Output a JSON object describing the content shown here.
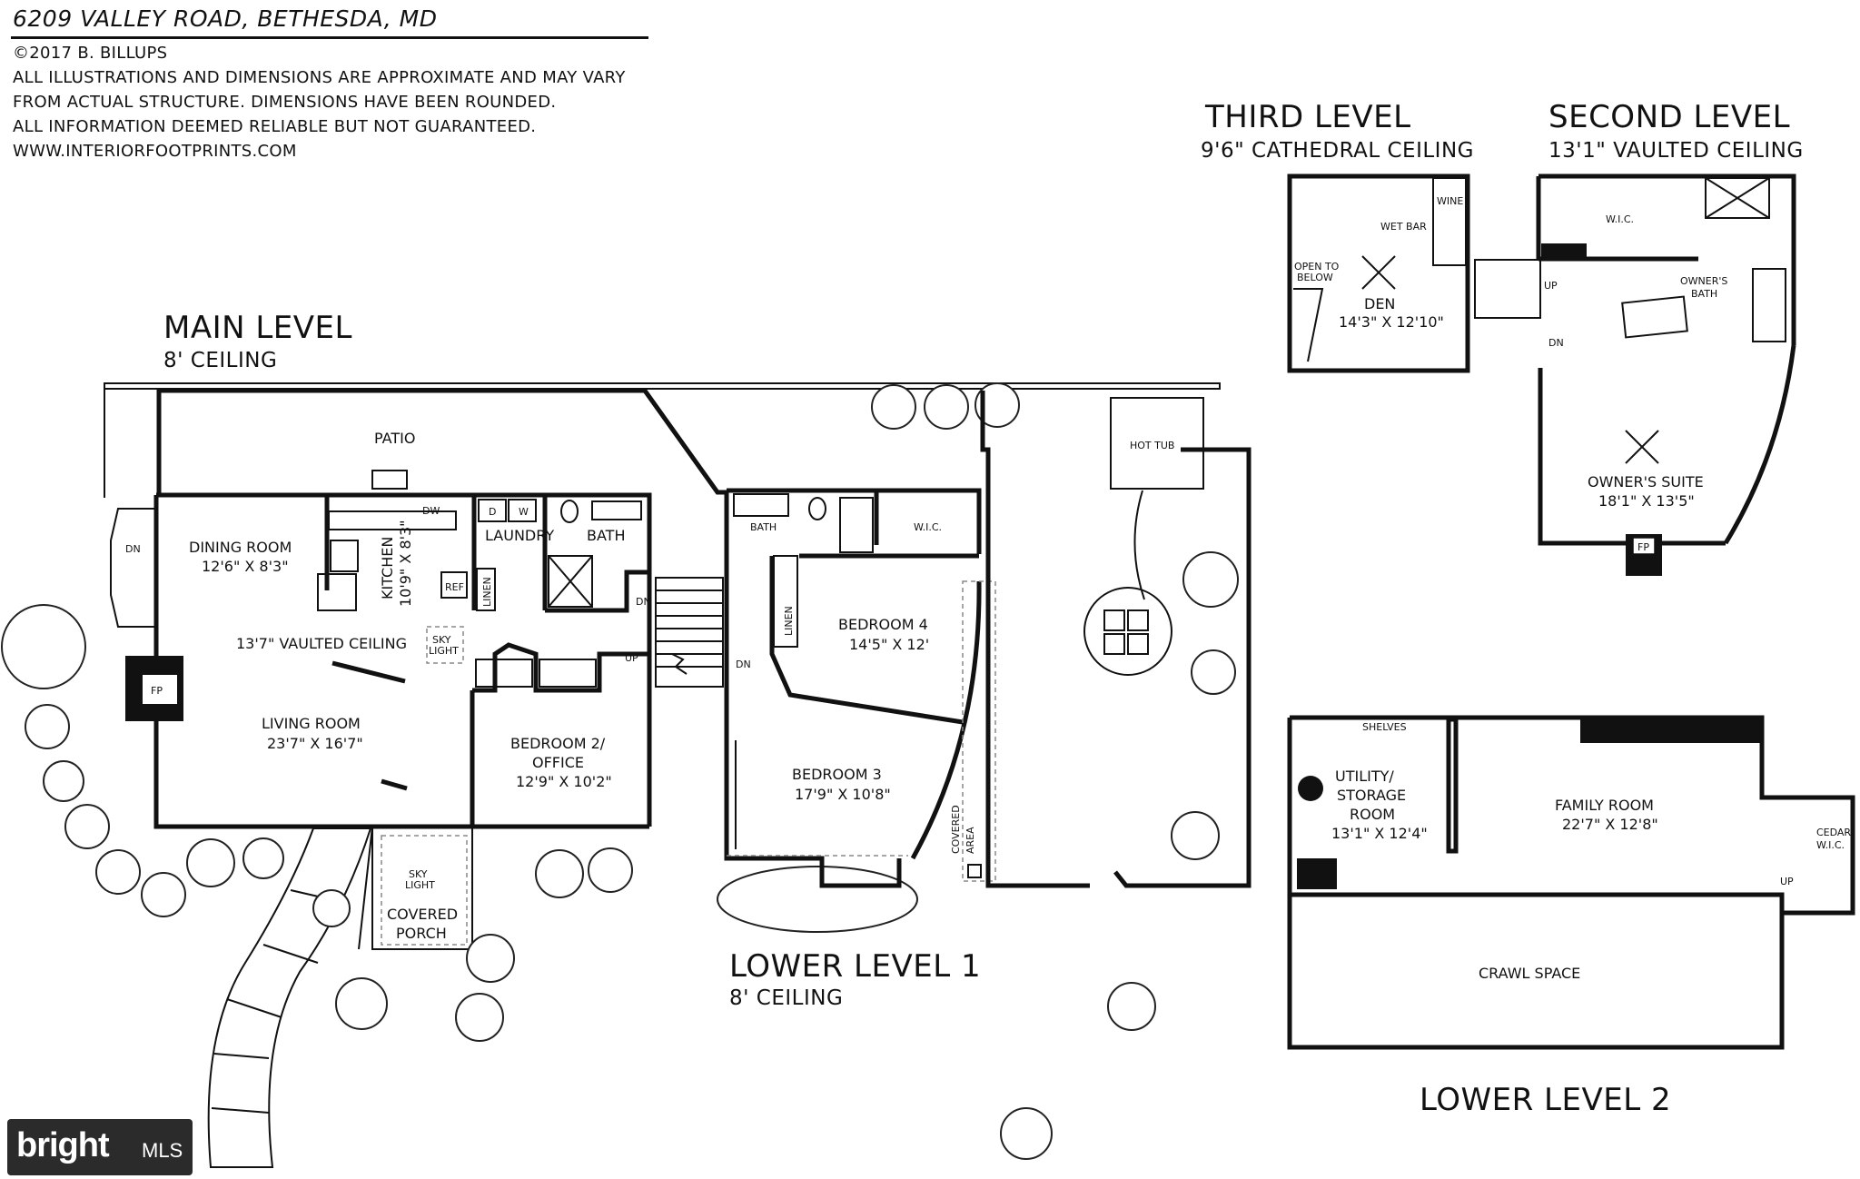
{
  "header": {
    "title": "6209 VALLEY ROAD, BETHESDA, MD",
    "lines": [
      "©2017 B. BILLUPS",
      "ALL ILLUSTRATIONS AND DIMENSIONS ARE APPROXIMATE AND MAY VARY",
      "FROM ACTUAL STRUCTURE. DIMENSIONS HAVE BEEN ROUNDED.",
      "ALL INFORMATION DEEMED RELIABLE BUT NOT GUARANTEED.",
      "WWW.INTERIORFOOTPRINTS.COM"
    ]
  },
  "levels": {
    "main": {
      "name": "MAIN LEVEL",
      "ceiling": "8' CEILING"
    },
    "lower1": {
      "name": "LOWER LEVEL 1",
      "ceiling": "8' CEILING"
    },
    "third": {
      "name": "THIRD LEVEL",
      "ceiling": "9'6\" CATHEDRAL CEILING"
    },
    "second": {
      "name": "SECOND LEVEL",
      "ceiling": "13'1\" VAULTED CEILING"
    },
    "lower2": {
      "name": "LOWER LEVEL 2"
    }
  },
  "main_rooms": {
    "patio": "PATIO",
    "dining": {
      "name": "DINING ROOM",
      "dim": "12'6\" X 8'3\""
    },
    "kitchen": {
      "name": "KITCHEN",
      "dim": "10'9\" X 8'3\""
    },
    "laundry": "LAUNDRY",
    "bath": "BATH",
    "vaulted": "13'7\" VAULTED CEILING",
    "skylight": [
      "SKY",
      "LIGHT"
    ],
    "fp": "FP",
    "living": {
      "name": "LIVING ROOM",
      "dim": "23'7\" X 16'7\""
    },
    "bedroom2": {
      "name1": "BEDROOM 2/",
      "name2": "OFFICE",
      "dim": "12'9\" X 10'2\""
    },
    "porch": {
      "name1": "COVERED",
      "name2": "PORCH"
    },
    "porch_skylight": [
      "SKY",
      "LIGHT"
    ],
    "dn": "DN",
    "up": "UP",
    "dw": "DW",
    "ref": "REF",
    "linen": "LINEN",
    "d": "D",
    "w": "W"
  },
  "lower1_rooms": {
    "bath": "BATH",
    "wic": "W.I.C.",
    "linen": "LINEN",
    "bedroom4": {
      "name": "BEDROOM 4",
      "dim": "14'5\" X 12'"
    },
    "bedroom3": {
      "name": "BEDROOM 3",
      "dim": "17'9\" X 10'8\""
    },
    "covered_area": [
      "COVERED",
      "AREA"
    ],
    "hot_tub": "HOT TUB",
    "dn": "DN"
  },
  "third_rooms": {
    "wet_bar": "WET BAR",
    "wine": "WINE",
    "open_below": [
      "OPEN TO",
      "BELOW"
    ],
    "den": {
      "name": "DEN",
      "dim": "14'3\" X 12'10\""
    }
  },
  "second_rooms": {
    "wic": "W.I.C.",
    "owners_bath": [
      "OWNER'S",
      "BATH"
    ],
    "owners_suite": {
      "name": "OWNER'S SUITE",
      "dim": "18'1\" X 13'5\""
    },
    "fp": "FP",
    "up": "UP",
    "dn": "DN"
  },
  "lower2_rooms": {
    "shelves": "SHELVES",
    "utility": {
      "name1": "UTILITY/",
      "name2": "STORAGE",
      "name3": "ROOM",
      "dim": "13'1\" X 12'4\""
    },
    "family": {
      "name": "FAMILY ROOM",
      "dim": "22'7\" X 12'8\""
    },
    "cedar_wic": [
      "CEDAR",
      "W.I.C."
    ],
    "up": "UP",
    "crawl": "CRAWL SPACE"
  },
  "logo": {
    "word": "bright",
    "mls": "MLS"
  }
}
